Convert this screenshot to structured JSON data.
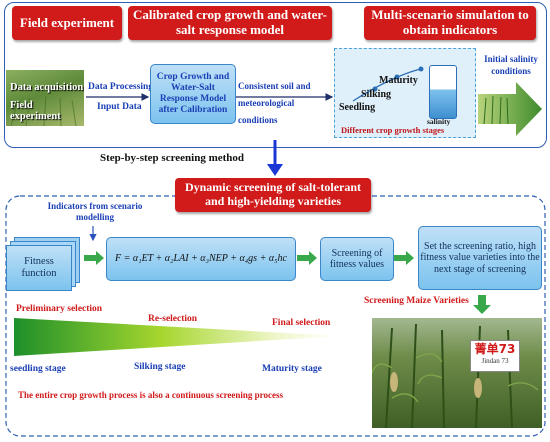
{
  "top": {
    "box1": "Field experiment",
    "box2": "Calibrated crop growth and water-salt response model",
    "box3": "Multi-scenario simulation to obtain indicators"
  },
  "photo1": {
    "line1": "Data acquisition",
    "line2": "Field experiment"
  },
  "flow": {
    "data_processing": "Data Processing",
    "input_data": "Input Data",
    "model_box": "Crop Growth and Water-Salt Response Model after Calibration",
    "consistent": "Consistent soil and meteorological conditions",
    "initial_salinity": "Initial salinity conditions"
  },
  "stages_panel": {
    "maturity": "Maturity",
    "silking": "Silking",
    "seedling": "Seedling",
    "salinity": "salinity",
    "caption": "Different crop growth stages"
  },
  "step_label": "Step-by-step screening method",
  "dynamic_box": "Dynamic screening of salt-tolerant and high-yielding varieties",
  "indicators": "Indicators from scenario modelling",
  "fitness_function": "Fitness function",
  "equation": "F = α₁ET + α₂LAI + α₃NEP + α₄gs + α₅hc",
  "screening_fitness": "Screening of fitness values",
  "set_ratio": "Set the screening ratio, high fitness value varieties into the next stage of screening",
  "screening_maize": "Screening Maize Varieties",
  "selections": {
    "preliminary": "Preliminary selection",
    "reselection": "Re-selection",
    "final": "Final selection"
  },
  "stages": {
    "seedling": "seedling stage",
    "silking": "Silking stage",
    "maturity": "Maturity stage"
  },
  "continuous": "The entire crop growth process is also a continuous screening process",
  "sign": {
    "main": "菁单73",
    "sub": "Jindan 73"
  },
  "colors": {
    "red": "#d11a1a",
    "blue": "#1a3fb5",
    "green": "#39a84a",
    "frame": "#2f5fb3"
  }
}
